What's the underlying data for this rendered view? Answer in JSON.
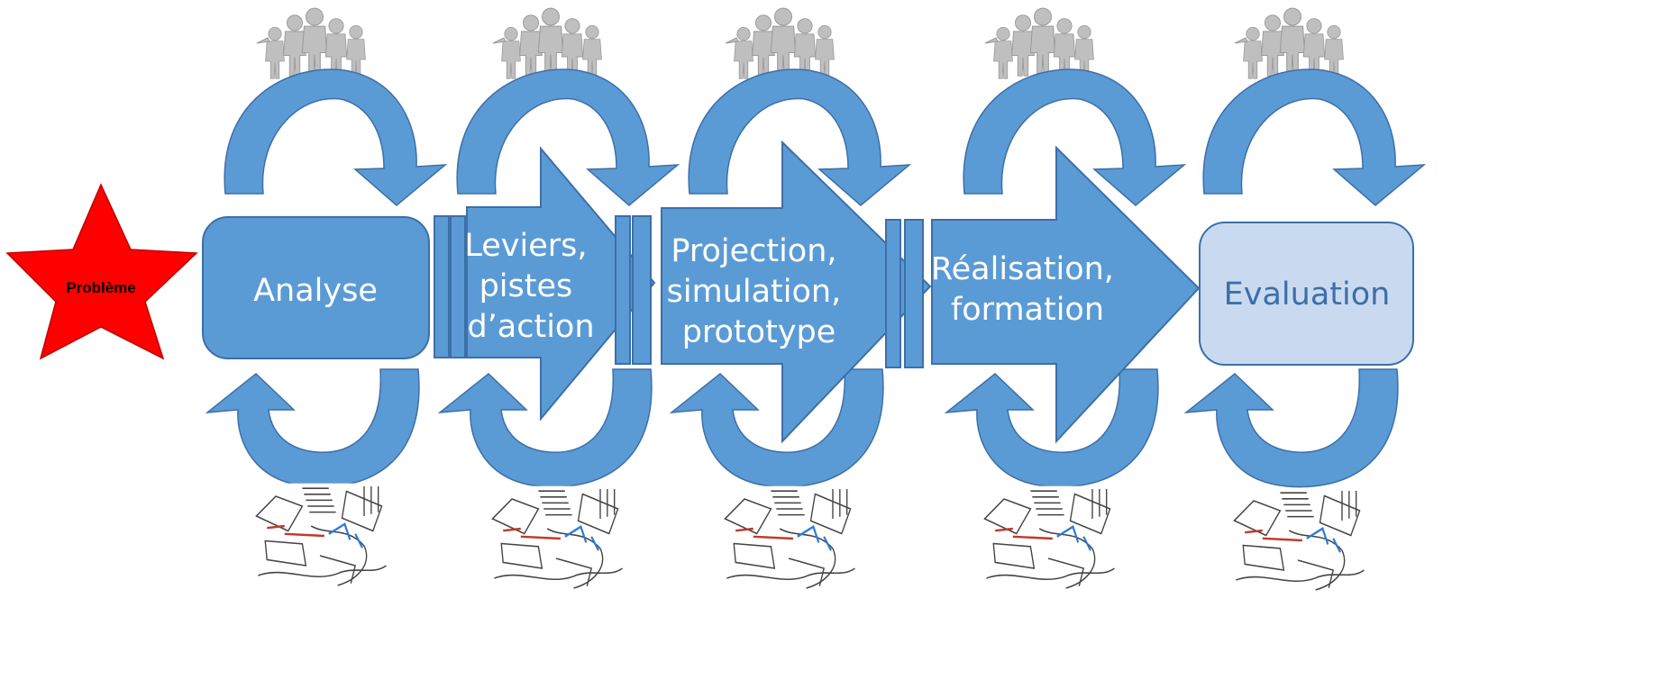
{
  "problem": {
    "label": "Problème"
  },
  "stages": [
    {
      "id": "analyse",
      "lines": [
        "Analyse"
      ]
    },
    {
      "id": "leviers",
      "lines": [
        "Leviers,",
        "pistes",
        "d’action"
      ]
    },
    {
      "id": "projection",
      "lines": [
        "Projection,",
        "simulation,",
        "prototype"
      ]
    },
    {
      "id": "realisation",
      "lines": [
        "Réalisation,",
        "formation"
      ]
    },
    {
      "id": "evaluation",
      "lines": [
        "Evaluation"
      ]
    }
  ],
  "colors": {
    "primary": "#5b9bd5",
    "stroke": "#3d6fa8",
    "light": "#c9daf0",
    "star": "#ff0000",
    "people": "#bfbfbf"
  },
  "icons": {
    "top": "people-group-icon",
    "bottom": "site-sketch-icon"
  }
}
